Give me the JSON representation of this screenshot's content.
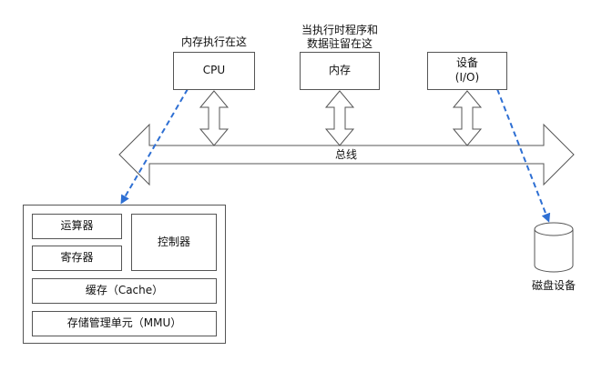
{
  "labels": {
    "cpu_note": "内存执行在这",
    "memory_note_line1": "当执行时程序和",
    "memory_note_line2": "数据驻留在这",
    "bus": "总线",
    "disk": "磁盘设备"
  },
  "boxes": {
    "cpu": "CPU",
    "memory": "内存",
    "device_line1": "设备",
    "device_line2": "(I/O)"
  },
  "cpu_detail": {
    "alu": "运算器",
    "register": "寄存器",
    "controller": "控制器",
    "cache": "缓存（Cache）",
    "mmu": "存储管理单元（MMU）"
  },
  "colors": {
    "stroke": "#555555",
    "arrow_dashed": "#2e6fd3"
  }
}
